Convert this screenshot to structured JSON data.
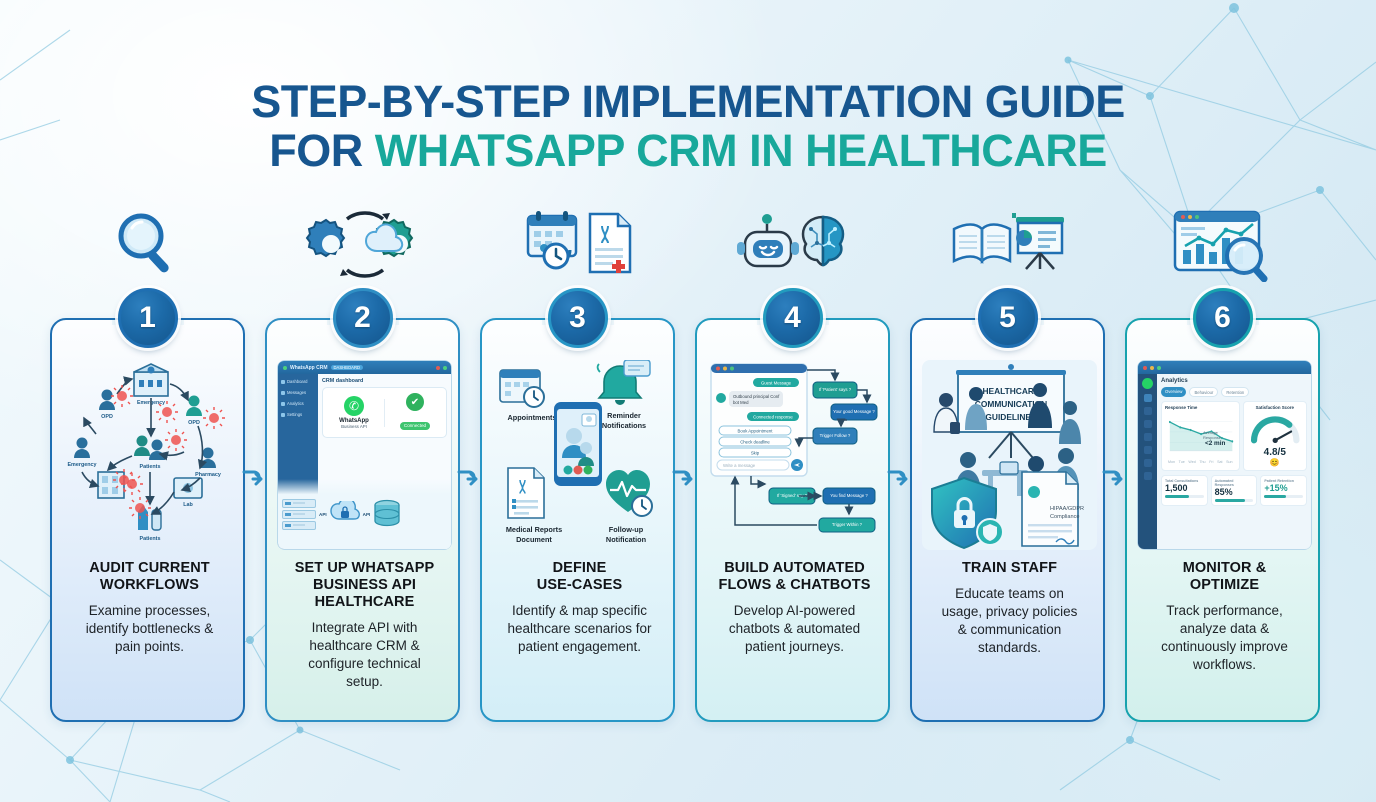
{
  "title": {
    "line1_dark": "STEP-BY-STEP IMPLEMENTATION GUIDE",
    "line2_dark": "FOR ",
    "line2_teal": "WHATSAPP CRM IN HEALTHCARE"
  },
  "colors": {
    "title_dark": "#17568f",
    "title_teal": "#18a89b",
    "badge_blue": "#1c6aa8",
    "whatsapp_green": "#25d366",
    "accent_teal": "#18a89b"
  },
  "steps": [
    {
      "number": "1",
      "icon": "magnifying-glass-icon",
      "title": "AUDIT CURRENT\nWORKFLOWS",
      "desc": "Examine processes,\nidentify bottlenecks &\npain points.",
      "border": "#1f6fb2",
      "bg": "#cfe2f7",
      "illustration": {
        "kind": "workflow-map",
        "nodes": [
          "Emergency",
          "OPD",
          "OPD",
          "Emergency",
          "Patients",
          "Pharmacy",
          "Lab",
          "Patients"
        ]
      }
    },
    {
      "number": "2",
      "icon": "gears-cloud-icon",
      "title": "SET UP WHATSAPP\nBUSINESS API\nHEALTHCARE",
      "desc": "Integrate API with\nhealthcare CRM &\nconfigure technical\nsetup.",
      "border": "#2f8fc4",
      "bg": "#d6f0ea",
      "illustration": {
        "kind": "crm-dashboard",
        "app_name": "WhatsApp CRM",
        "app_tag": "DASHBOARD",
        "panel_title": "CRM dashboard",
        "card_label": "WhatsApp",
        "card_sub": "Business API",
        "status_badge": "Connected",
        "sidebar": [
          "Dashboard",
          "Messages",
          "Analytics",
          "Settings"
        ],
        "api_labels": [
          "API",
          "API"
        ]
      }
    },
    {
      "number": "3",
      "icon": "medical-records-icon",
      "title": "DEFINE\nUSE-CASES",
      "desc": "Identify & map specific\nhealthcare scenarios for\npatient engagement.",
      "border": "#2796c6",
      "bg": "#d3eef7",
      "illustration": {
        "kind": "use-cases",
        "labels": [
          "Appointments",
          "Reminder\nNotifications",
          "Medical Reports\nDocument",
          "Follow-up\nNotification"
        ]
      }
    },
    {
      "number": "4",
      "icon": "robot-brain-icon",
      "title": "BUILD AUTOMATED\nFLOWS & CHATBOTS",
      "desc": "Develop AI-powered\nchatbots & automated\npatient journeys.",
      "border": "#229bbe",
      "bg": "#d4f0f3",
      "illustration": {
        "kind": "chat-flow",
        "chat_bubbles": [
          "Guest Message",
          "Outbound principal Conf bot Med",
          "Connected response"
        ],
        "options": [
          "Book Appointment",
          "Check deadline",
          "Skip"
        ],
        "input_placeholder": "Write a message",
        "flow_nodes": [
          "If 'Patient' says ?",
          "Your good Message ?",
          "Trigger Follow ?",
          "If 'Signed' say ?",
          "You find Message ?",
          "Trigger Within ?"
        ]
      }
    },
    {
      "number": "5",
      "icon": "training-board-icon",
      "title": "TRAIN STAFF",
      "desc": "Educate teams on\nusage, privacy policies\n& communication\nstandards.",
      "border": "#1f6fb2",
      "bg": "#cfe2f7",
      "illustration": {
        "kind": "training",
        "board_text": "HEALTHCARE\nCOMMUNICATION\nGUIDELINES",
        "doc_title": "HIPAA/GDPR\nCompliance",
        "shield": "lock-shield-icon"
      }
    },
    {
      "number": "6",
      "icon": "analytics-search-icon",
      "title": "MONITOR &\nOPTIMIZE",
      "desc": "Track performance,\nanalyze data &\ncontinuously improve\nworkflows.",
      "border": "#17a2ae",
      "bg": "#d2f0ec",
      "illustration": {
        "kind": "analytics-dashboard",
        "panel_title": "Analytics",
        "tabs": [
          "Overview",
          "Behaviour",
          "Retention"
        ],
        "chart_title": "Response Time",
        "chart_annotation_label": "Average Response",
        "chart_annotation_value": "<2 min",
        "gauge_title": "Satisfaction Score",
        "gauge_value": "4.8/5",
        "metrics": [
          {
            "label": "Total Consultations",
            "value": "1,500",
            "bar": 62
          },
          {
            "label": "Automated Responses",
            "value": "85%",
            "bar": 78
          },
          {
            "label": "Patient Retention",
            "value": "+15%",
            "bar": 55
          }
        ]
      }
    }
  ],
  "chart_data": {
    "type": "line",
    "title": "Response Time",
    "x": [
      "Mon",
      "Tue",
      "Wed",
      "Thu",
      "Fri",
      "Sat",
      "Sun"
    ],
    "values": [
      86,
      70,
      62,
      50,
      58,
      38,
      28
    ],
    "ylabel": "",
    "xlabel": "",
    "annotation": "<2 min"
  }
}
